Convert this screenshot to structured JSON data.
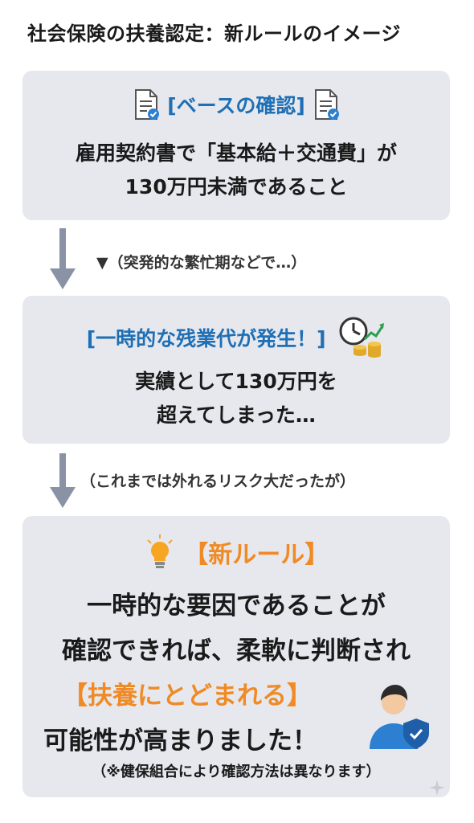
{
  "title": "社会保険の扶養認定：新ルールのイメージ",
  "card1": {
    "heading": "[ベースの確認]",
    "line1": "雇用契約書で「基本給＋交通費」が",
    "line2": "130万円未満であること"
  },
  "arrow1_note": "▼（突発的な繁忙期などで…）",
  "card2": {
    "heading": "[一時的な残業代が発生！]",
    "line1": "実績として130万円を",
    "line2": "超えてしまった…"
  },
  "arrow2_note": "（これまでは外れるリスク大だったが）",
  "card3": {
    "heading": "【新ルール】",
    "line1": "一時的な要因であることが",
    "line2": "確認できれば、柔軟に判断され",
    "line3": "【扶養にとどまれる】",
    "line4": "可能性が高まりました！",
    "footnote": "（※健保組合により確認方法は異なります）"
  },
  "colors": {
    "heading_blue": "#1f6fb5",
    "accent_orange": "#f08a24",
    "card_bg": "#e6e8ee",
    "arrow_gray": "#8a93a6"
  },
  "icons": [
    "document-check-icon",
    "clock-coins-growth-icon",
    "lightbulb-icon",
    "person-shield-icon",
    "sparkle-icon"
  ]
}
